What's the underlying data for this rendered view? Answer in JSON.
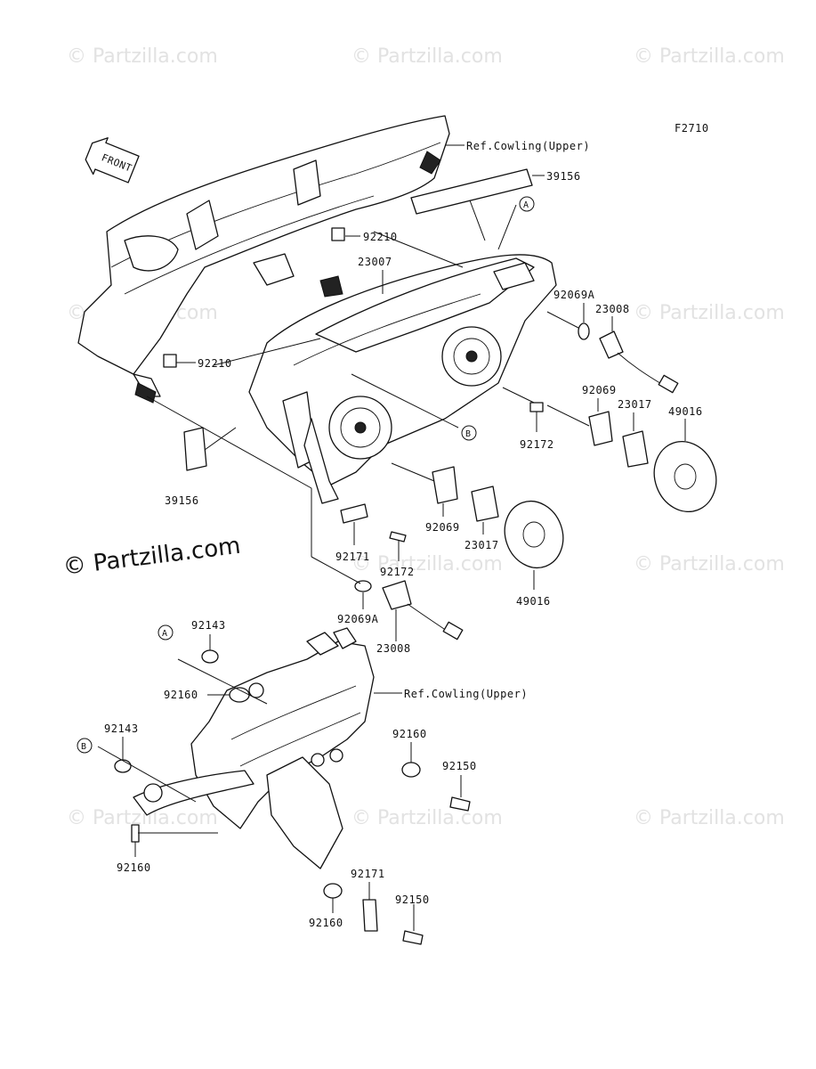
{
  "figure_code": "F2710",
  "front_label": "FRONT",
  "watermark": "© Partzilla.com",
  "watermark_main": "© Partzilla.com",
  "callouts": {
    "ref_cowling_upper_top": "Ref.Cowling(Upper)",
    "ref_cowling_upper_mid": "Ref.Cowling(Upper)",
    "p39156_top": "39156",
    "p39156_left": "39156",
    "p92210_top": "92210",
    "p92210_left": "92210",
    "p23007": "23007",
    "p92069A_right": "92069A",
    "p23008_right": "23008",
    "p92069_right": "92069",
    "p23017_right": "23017",
    "p49016_right": "49016",
    "p92172_right": "92172",
    "p92069_center": "92069",
    "p23017_center": "23017",
    "p92171_top": "92171",
    "p92172_center": "92172",
    "p49016_center": "49016",
    "p92069A_center": "92069A",
    "p23008_center": "23008",
    "p92143_top": "92143",
    "p92160_a": "92160",
    "p92143_left": "92143",
    "p92160_b": "92160",
    "p92150_a": "92150",
    "p92160_left": "92160",
    "p92171_bottom": "92171",
    "p92150_b": "92150",
    "p92160_bottom": "92160"
  },
  "reference_markers": {
    "a_top": "A",
    "b_top": "B",
    "a_bottom": "A",
    "b_bottom": "B"
  }
}
